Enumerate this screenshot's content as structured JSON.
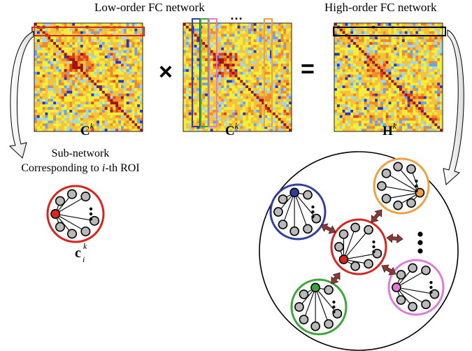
{
  "titles": {
    "low_order": "Low-order FC network",
    "high_order": "High-order FC network",
    "ellipsis": "…"
  },
  "matrices": {
    "left": {
      "base": "C",
      "sup": "k"
    },
    "middle": {
      "base": "C",
      "sup": "k"
    },
    "right": {
      "base": "H",
      "sup": "k"
    }
  },
  "operators": {
    "times": "×",
    "equals": "="
  },
  "subnetwork": {
    "line1": "Sub-network",
    "line2_pre": "Corresponding to ",
    "line2_italic": "i",
    "line2_post": "-th ROI",
    "vector_base": "c",
    "vector_sup": "k",
    "vector_sub": "i"
  },
  "colors": {
    "red": "#d9251d",
    "blue": "#2e3fa0",
    "green": "#3aa53a",
    "pink": "#e07ad9",
    "orange": "#f0a040",
    "node_fill": "#b9b9b9",
    "arrow": "#8b3a3a"
  }
}
